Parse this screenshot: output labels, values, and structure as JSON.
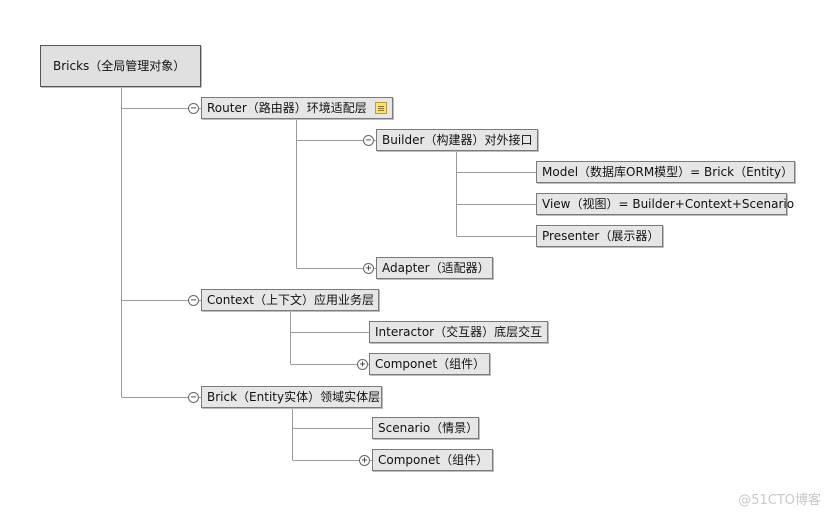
{
  "root": {
    "label": "Bricks（全局管理对象）"
  },
  "nodes": {
    "router": {
      "label": "Router（路由器）环境适配层",
      "toggle": "−"
    },
    "builder": {
      "label": "Builder（构建器）对外接口",
      "toggle": "−"
    },
    "model": {
      "label": "Model（数据库ORM模型）= Brick（Entity）"
    },
    "view": {
      "label": "View（视图）= Builder+Context+Scenario"
    },
    "presenter": {
      "label": "Presenter（展示器）"
    },
    "adapter": {
      "label": "Adapter（适配器）",
      "toggle": "+"
    },
    "context": {
      "label": "Context（上下文）应用业务层",
      "toggle": "−"
    },
    "interactor": {
      "label": "Interactor（交互器）底层交互"
    },
    "componet1": {
      "label": "Componet（组件）",
      "toggle": "+"
    },
    "brick": {
      "label": "Brick（Entity实体）领域实体层",
      "toggle": "−"
    },
    "scenario": {
      "label": "Scenario（情景）"
    },
    "componet2": {
      "label": "Componet（组件）",
      "toggle": "+"
    }
  },
  "watermark": "@51CTO博客",
  "colors": {
    "node_fill": "#e6e6e6",
    "node_border": "#7a7a7a",
    "line": "#9a9a9a"
  }
}
